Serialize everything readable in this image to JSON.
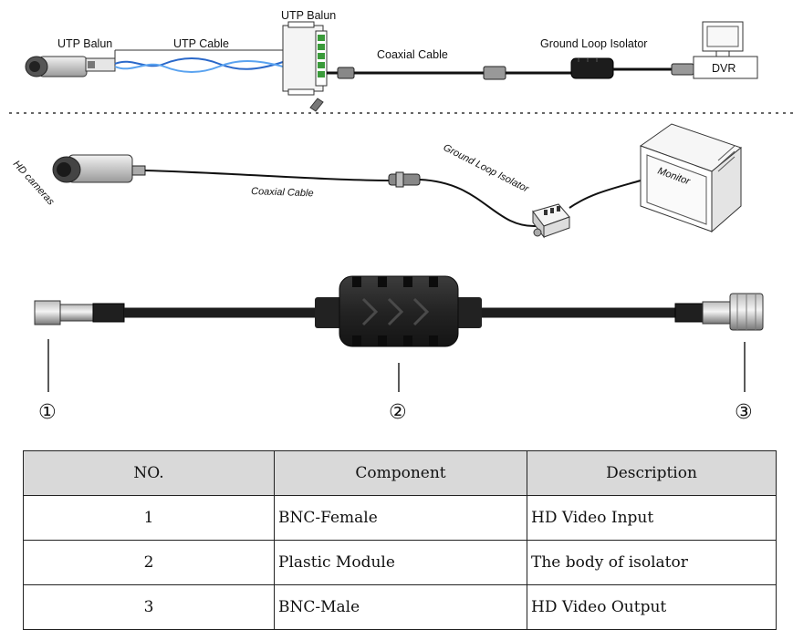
{
  "top_diagram": {
    "utp_balun_left": "UTP Balun",
    "utp_cable": "UTP Cable",
    "utp_balun_right": "UTP Balun",
    "coaxial_cable": "Coaxial  Cable",
    "ground_loop_isolator": "Ground Loop Isolator",
    "dvr": "DVR"
  },
  "middle_diagram": {
    "hd_cameras": "HD cameras",
    "coaxial_cable": "Coaxial Cable",
    "ground_loop_isolator": "Ground Loop Isolator",
    "monitor": "Monitor"
  },
  "product_callouts": [
    "①",
    "②",
    "③"
  ],
  "table": {
    "headers": [
      "NO.",
      "Component",
      "Description"
    ],
    "rows": [
      {
        "no": "1",
        "component": "BNC-Female",
        "description": "HD Video Input"
      },
      {
        "no": "2",
        "component": "Plastic Module",
        "description": "The body of isolator"
      },
      {
        "no": "3",
        "component": "BNC-Male",
        "description": "HD Video Output"
      }
    ]
  }
}
